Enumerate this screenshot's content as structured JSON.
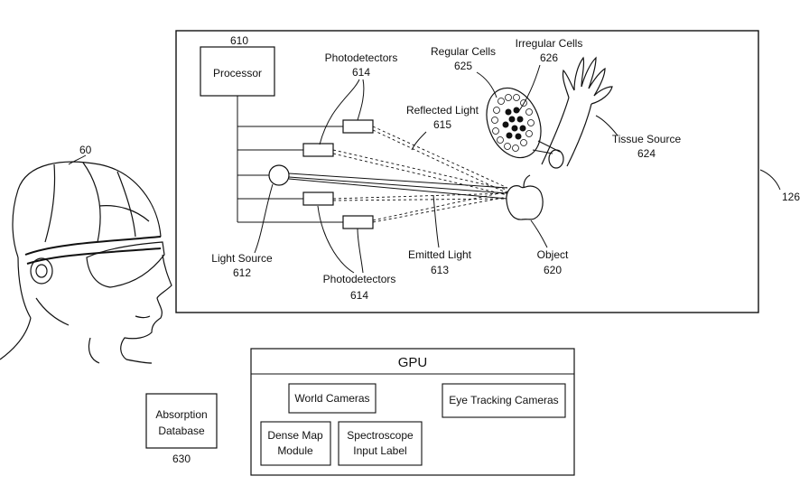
{
  "figure": {
    "ref_headset": "60",
    "ref_main_panel": "126",
    "processor": {
      "label": "Processor",
      "ref": "610"
    },
    "photodetectors_top": {
      "label": "Photodetectors",
      "ref": "614"
    },
    "photodetectors_bottom": {
      "label": "Photodetectors",
      "ref": "614"
    },
    "light_source": {
      "label": "Light Source",
      "ref": "612"
    },
    "emitted_light": {
      "label": "Emitted Light",
      "ref": "613"
    },
    "reflected_light": {
      "label": "Reflected Light",
      "ref": "615"
    },
    "object": {
      "label": "Object",
      "ref": "620"
    },
    "regular_cells": {
      "label": "Regular Cells",
      "ref": "625"
    },
    "irregular_cells": {
      "label": "Irregular Cells",
      "ref": "626"
    },
    "tissue_source": {
      "label": "Tissue Source",
      "ref": "624"
    },
    "absorption_db": {
      "line1": "Absorption",
      "line2": "Database",
      "ref": "630"
    },
    "gpu": {
      "title": "GPU",
      "world_cameras": "World Cameras",
      "eye_tracking_cameras": "Eye Tracking Cameras",
      "dense_map": {
        "line1": "Dense Map",
        "line2": "Module"
      },
      "spectroscope": {
        "line1": "Spectroscope",
        "line2": "Input Label"
      }
    }
  }
}
